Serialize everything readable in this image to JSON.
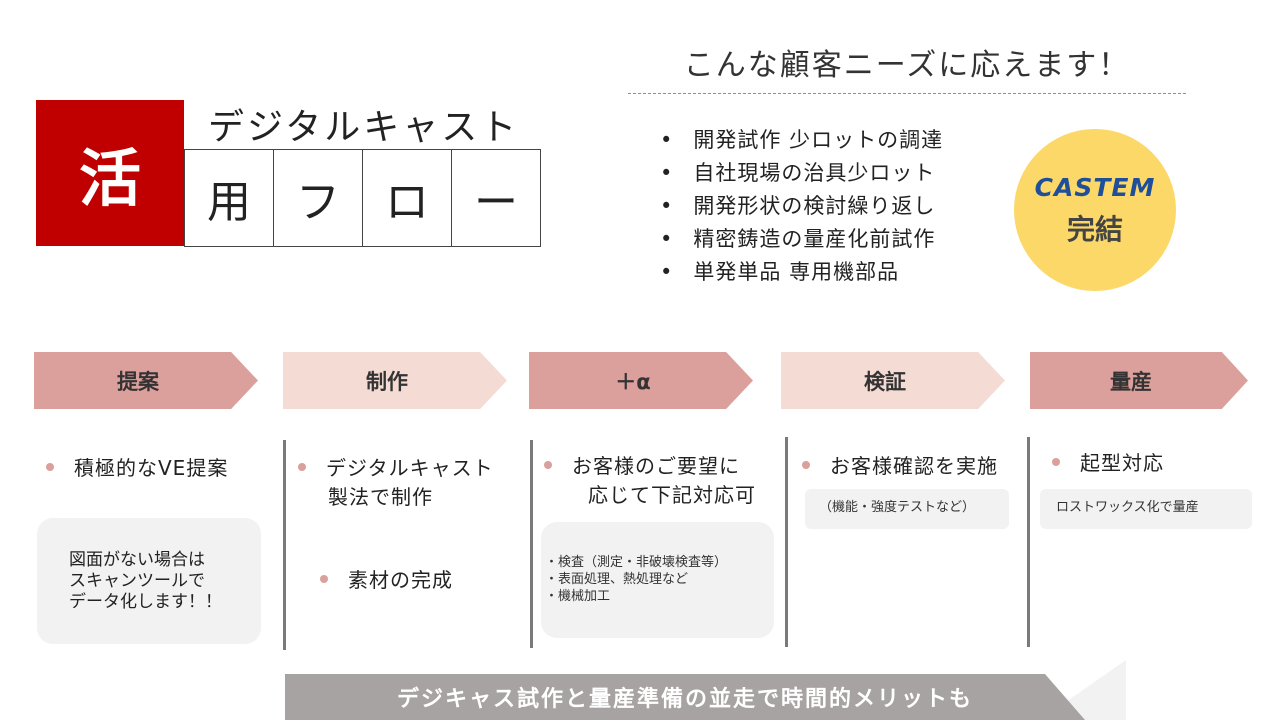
{
  "title": {
    "kanji": "活",
    "top_text": "デジタルキャスト",
    "cells": [
      "用",
      "フ",
      "ロ",
      "ー"
    ]
  },
  "needs": {
    "heading": "こんな顧客ニーズに応えます！",
    "items": [
      "開発試作 少ロットの調達",
      "自社現場の治具少ロット",
      "開発形状の検討繰り返し",
      "精密鋳造の量産化前試作",
      "単発単品 専用機部品"
    ]
  },
  "castem": {
    "logo": "CASTEM",
    "subtitle": "完結",
    "circle_color": "#fcd869",
    "logo_color": "#1f4f9a"
  },
  "steps": [
    "提案",
    "制作",
    "＋α",
    "検証",
    "量産"
  ],
  "columns": {
    "proposal": {
      "bullet": "積極的なVE提案",
      "box_lines": [
        "図面がない場合は",
        "スキャンツールで",
        "データ化します！！"
      ]
    },
    "production": {
      "bullet1_lines": [
        "デジタルキャスト",
        "製法で制作"
      ],
      "bullet2": "素材の完成"
    },
    "plus": {
      "bullet_lines": [
        "お客様のご要望に",
        "応じて下記対応可"
      ],
      "box_lines": [
        "・検査（測定・非破壊検査等）",
        "・表面処理、熱処理など",
        "・機械加工"
      ]
    },
    "verify": {
      "bullet": "お客様確認を実施",
      "box_text": "（機能・強度テストなど）"
    },
    "mass": {
      "bullet": "起型対応",
      "box_text": "ロストワックス化で量産"
    }
  },
  "banner": "デジキャス試作と量産準備の並走で時間的メリットも",
  "colors": {
    "red": "#c00000",
    "step_dark": "#dca09c",
    "step_light": "#f4dcd4",
    "banner": "#a8a3a3"
  }
}
